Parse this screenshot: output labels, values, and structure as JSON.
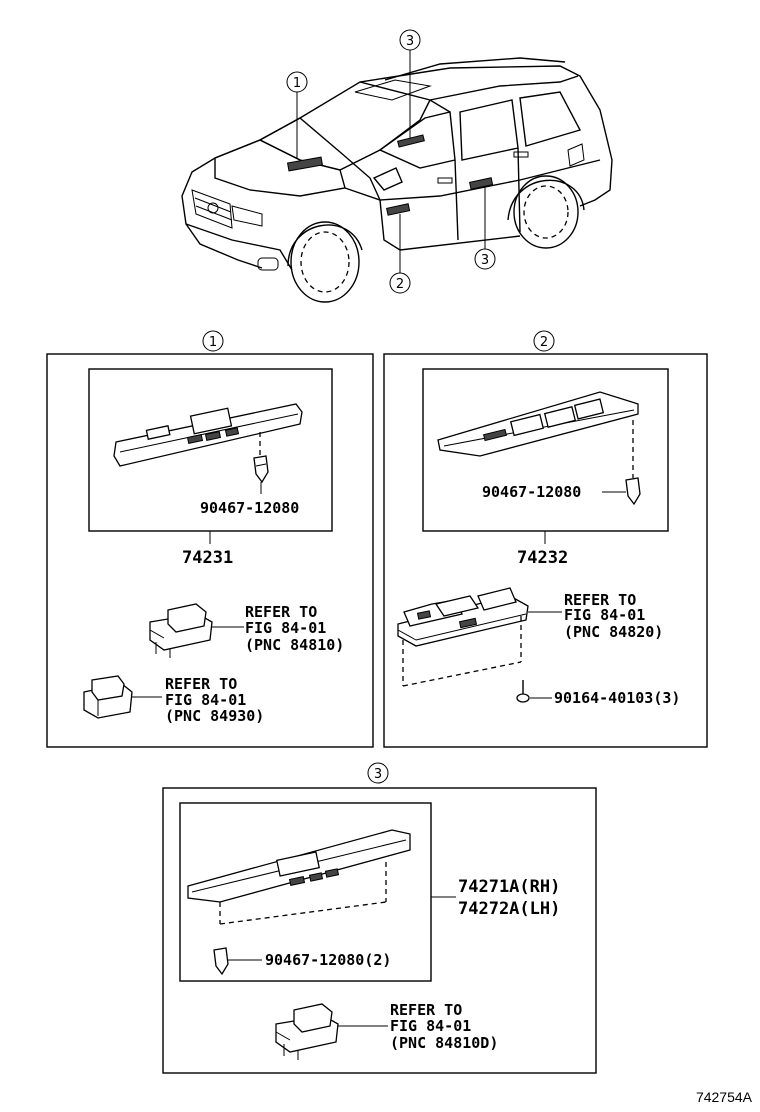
{
  "markers": {
    "m1": "1",
    "m2": "2",
    "m3": "3"
  },
  "group1": {
    "clip": "90467-12080",
    "panel": "74231",
    "switch1_line1": "REFER TO",
    "switch1_line2": "FIG 84-01",
    "switch1_line3": "(PNC 84810)",
    "switch2_line1": "REFER TO",
    "switch2_line2": "FIG 84-01",
    "switch2_line3": "(PNC 84930)"
  },
  "group2": {
    "clip": "90467-12080",
    "panel": "74232",
    "switch_line1": "REFER TO",
    "switch_line2": "FIG 84-01",
    "switch_line3": "(PNC 84820)",
    "screw": "90164-40103(3)"
  },
  "group3": {
    "panel_rh": "74271A(RH)",
    "panel_lh": "74272A(LH)",
    "clip": "90467-12080(2)",
    "switch_line1": "REFER TO",
    "switch_line2": "FIG 84-01",
    "switch_line3": "(PNC 84810D)"
  },
  "figure_id": "742754A"
}
